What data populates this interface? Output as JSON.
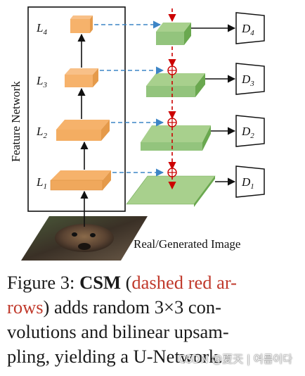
{
  "diagram": {
    "side_label": "Feature Network",
    "levels": [
      {
        "base": "L",
        "sub": "4"
      },
      {
        "base": "L",
        "sub": "3"
      },
      {
        "base": "L",
        "sub": "2"
      },
      {
        "base": "L",
        "sub": "1"
      }
    ],
    "discriminators": [
      {
        "base": "D",
        "sub": "4"
      },
      {
        "base": "D",
        "sub": "3"
      },
      {
        "base": "D",
        "sub": "2"
      },
      {
        "base": "D",
        "sub": "1"
      }
    ],
    "image_label": "Real/Generated Image",
    "colors": {
      "feature_block": "#f6b26b",
      "feature_block_dark": "#e59a4a",
      "u_block": "#93c47d",
      "u_block_dark": "#6aa84f",
      "dashed_blue": "#3d85c6",
      "dashed_red": "#cc0000"
    }
  },
  "caption": {
    "line1_a": "Figure 3: ",
    "line1_b": "CSM",
    "line1_c": " (",
    "line1_d": "dashed red ar-",
    "line2_a": "rows",
    "line2_b": ") adds random 3×3 con-",
    "line3": "volutions and bilinear upsam-",
    "line4": "pling, yielding a U-Network."
  },
  "watermark": "CSDN @夏天 | 여름이다"
}
